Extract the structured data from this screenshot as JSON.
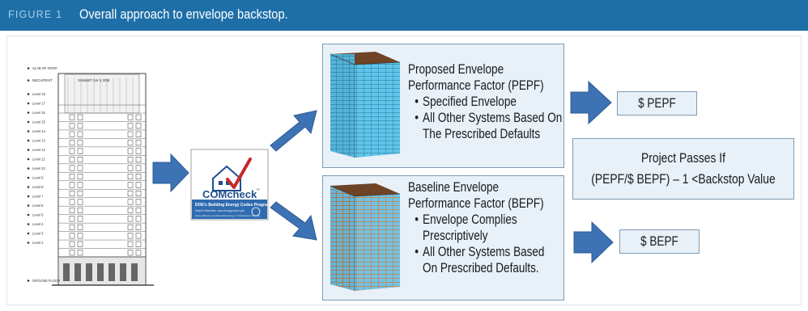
{
  "figure": {
    "label": "FIGURE 1",
    "title": "Overall approach to envelope backstop."
  },
  "drawing": {
    "floor_labels": [
      "SLAB OF ROOF",
      "MECH/PENT",
      "Level 18",
      "Level 17",
      "Level 16",
      "Level 15",
      "Level 14",
      "Level 13",
      "Level 12",
      "Level 11",
      "Level 10",
      "Level 9",
      "Level 8",
      "Level 7",
      "Level 6",
      "Level 5",
      "Level 4",
      "Level 3",
      "Level 2",
      "GROUND FLOOR"
    ],
    "top_note": "SUMMIT 1W 4 2DB"
  },
  "comcheck": {
    "brand": "COMcheck",
    "tm": "™",
    "subtitle": "DOE's Building Energy Codes Program",
    "line1": "Helpful Websites: www.energycodes.gov",
    "line2": "Energy Efficiency and Renewable Energy     U.S. Department of Energy"
  },
  "proposed": {
    "title_line1": "Proposed Envelope",
    "title_line2": "Performance Factor (PEPF)",
    "bullet1": "Specified Envelope",
    "bullet2_line1": "All Other Systems Based On",
    "bullet2_line2": "The Prescribed Defaults"
  },
  "baseline": {
    "title_line1": "Baseline Envelope",
    "title_line2": "Performance Factor (BEPF)",
    "bullet1_line1": "Envelope Complies",
    "bullet1_line2": "Prescriptively",
    "bullet2_line1": "All Other Systems Based",
    "bullet2_line2": "On Prescribed Defaults."
  },
  "results": {
    "pepf": "$ PEPF",
    "bepf": "$ BEPF"
  },
  "pass_rule": {
    "line1": "Project Passes If",
    "line2": "(PEPF/$ BEPF) – 1 <Backstop Value"
  },
  "colors": {
    "header": "#1e6fa8",
    "arrow": "#3d72b4",
    "panel_fill": "#e8f0f8",
    "building_blue": "#5fc6ea",
    "building_roof": "#7a4a2a"
  }
}
